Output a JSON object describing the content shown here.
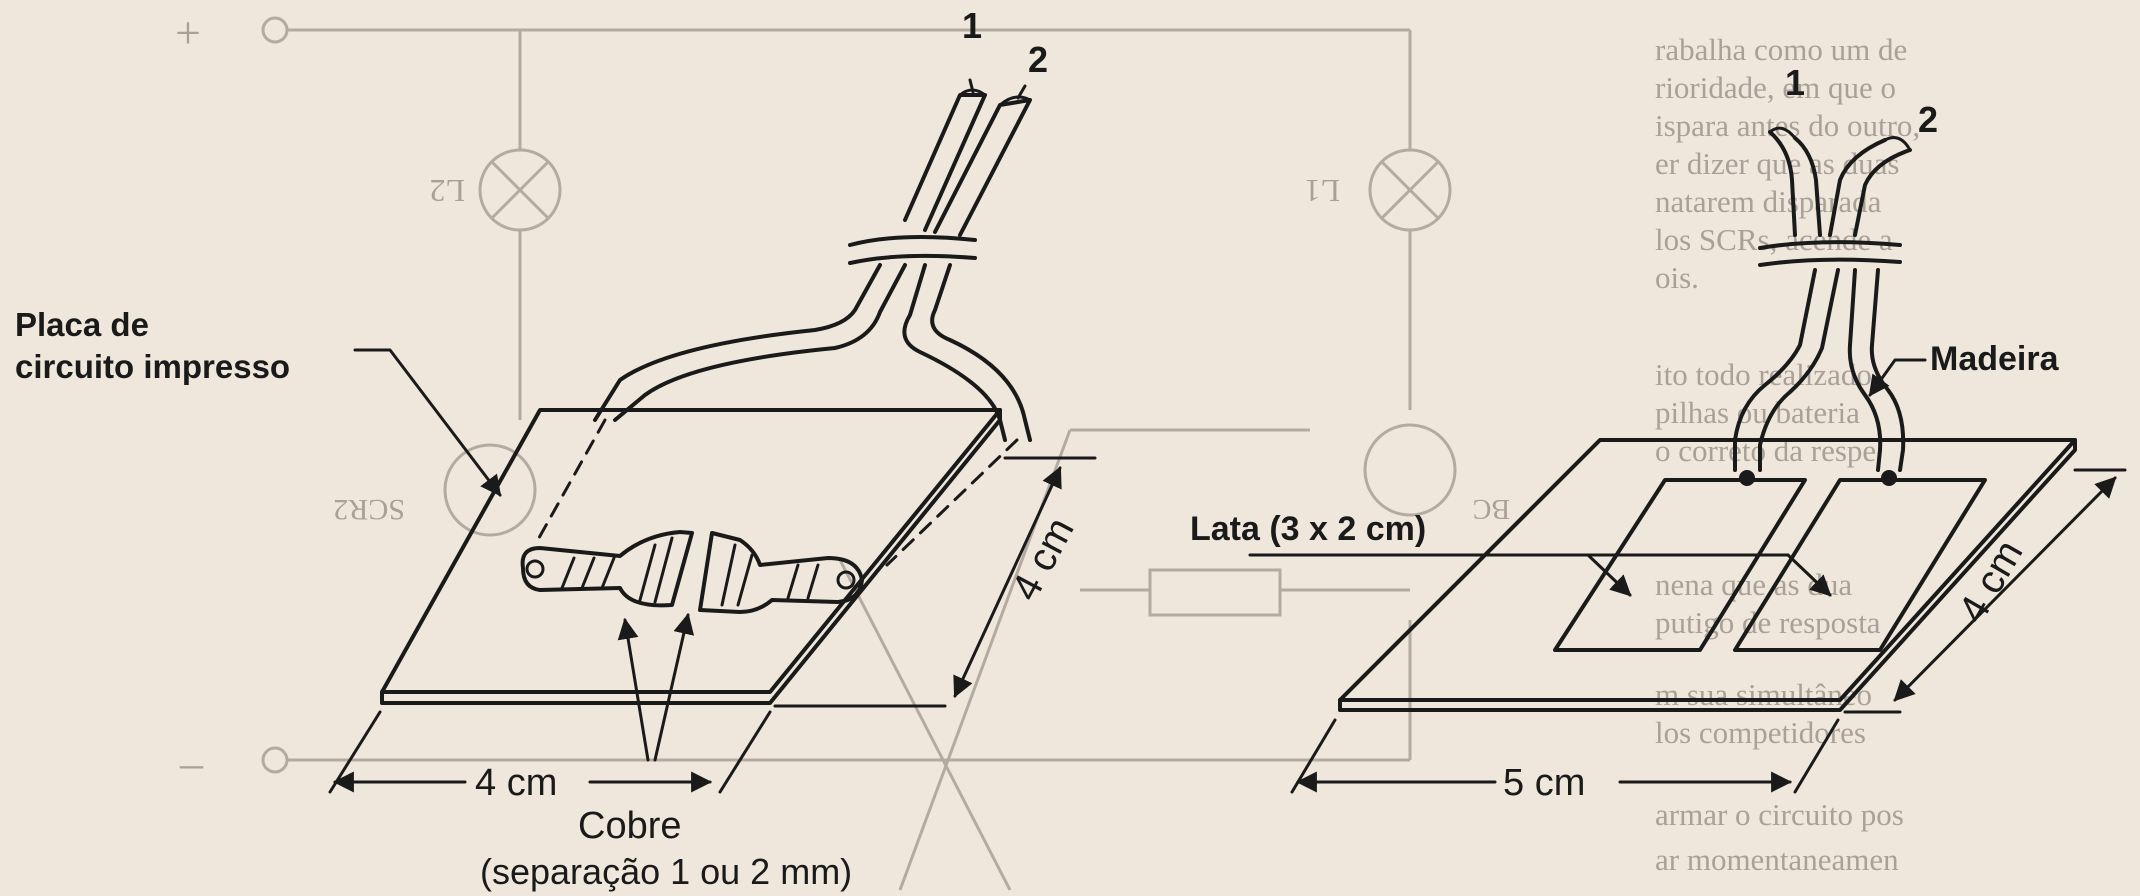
{
  "colors": {
    "paper": "#efe7dc",
    "ink": "#1a1a1a",
    "ghost": "#a9a198"
  },
  "left_sensor": {
    "wire1": "1",
    "wire2": "2",
    "board_label_line1": "Placa de",
    "board_label_line2": "circuito impresso",
    "width": "4 cm",
    "height": "4 cm",
    "copper_label": "Cobre",
    "copper_note": "(separação 1 ou 2 mm)"
  },
  "right_sensor": {
    "wire1": "1",
    "wire2": "2",
    "wood_label": "Madeira",
    "tin_label": "Lata (3 x 2 cm)",
    "width": "5 cm",
    "height": "4 cm"
  },
  "bleed_through": {
    "schematic": {
      "plus": "+",
      "minus": "–",
      "l2": "L2",
      "l1": "L1",
      "scr2": "SCR2",
      "bc": "BC"
    },
    "text_lines": [
      "rabalha como um de",
      "rioridade, em que o",
      "ispara antes do outro,",
      "er dizer que as duas",
      "natarem disparada",
      "los SCRs, acende a",
      "ois.",
      "ito todo realizado",
      "pilhas ou bateria",
      "o correto da respe",
      "nena que as dua",
      "putigo de resposta",
      "m sua simultâneo",
      "los competidores",
      "armar o circuito pos",
      "ar momentaneamen"
    ]
  }
}
